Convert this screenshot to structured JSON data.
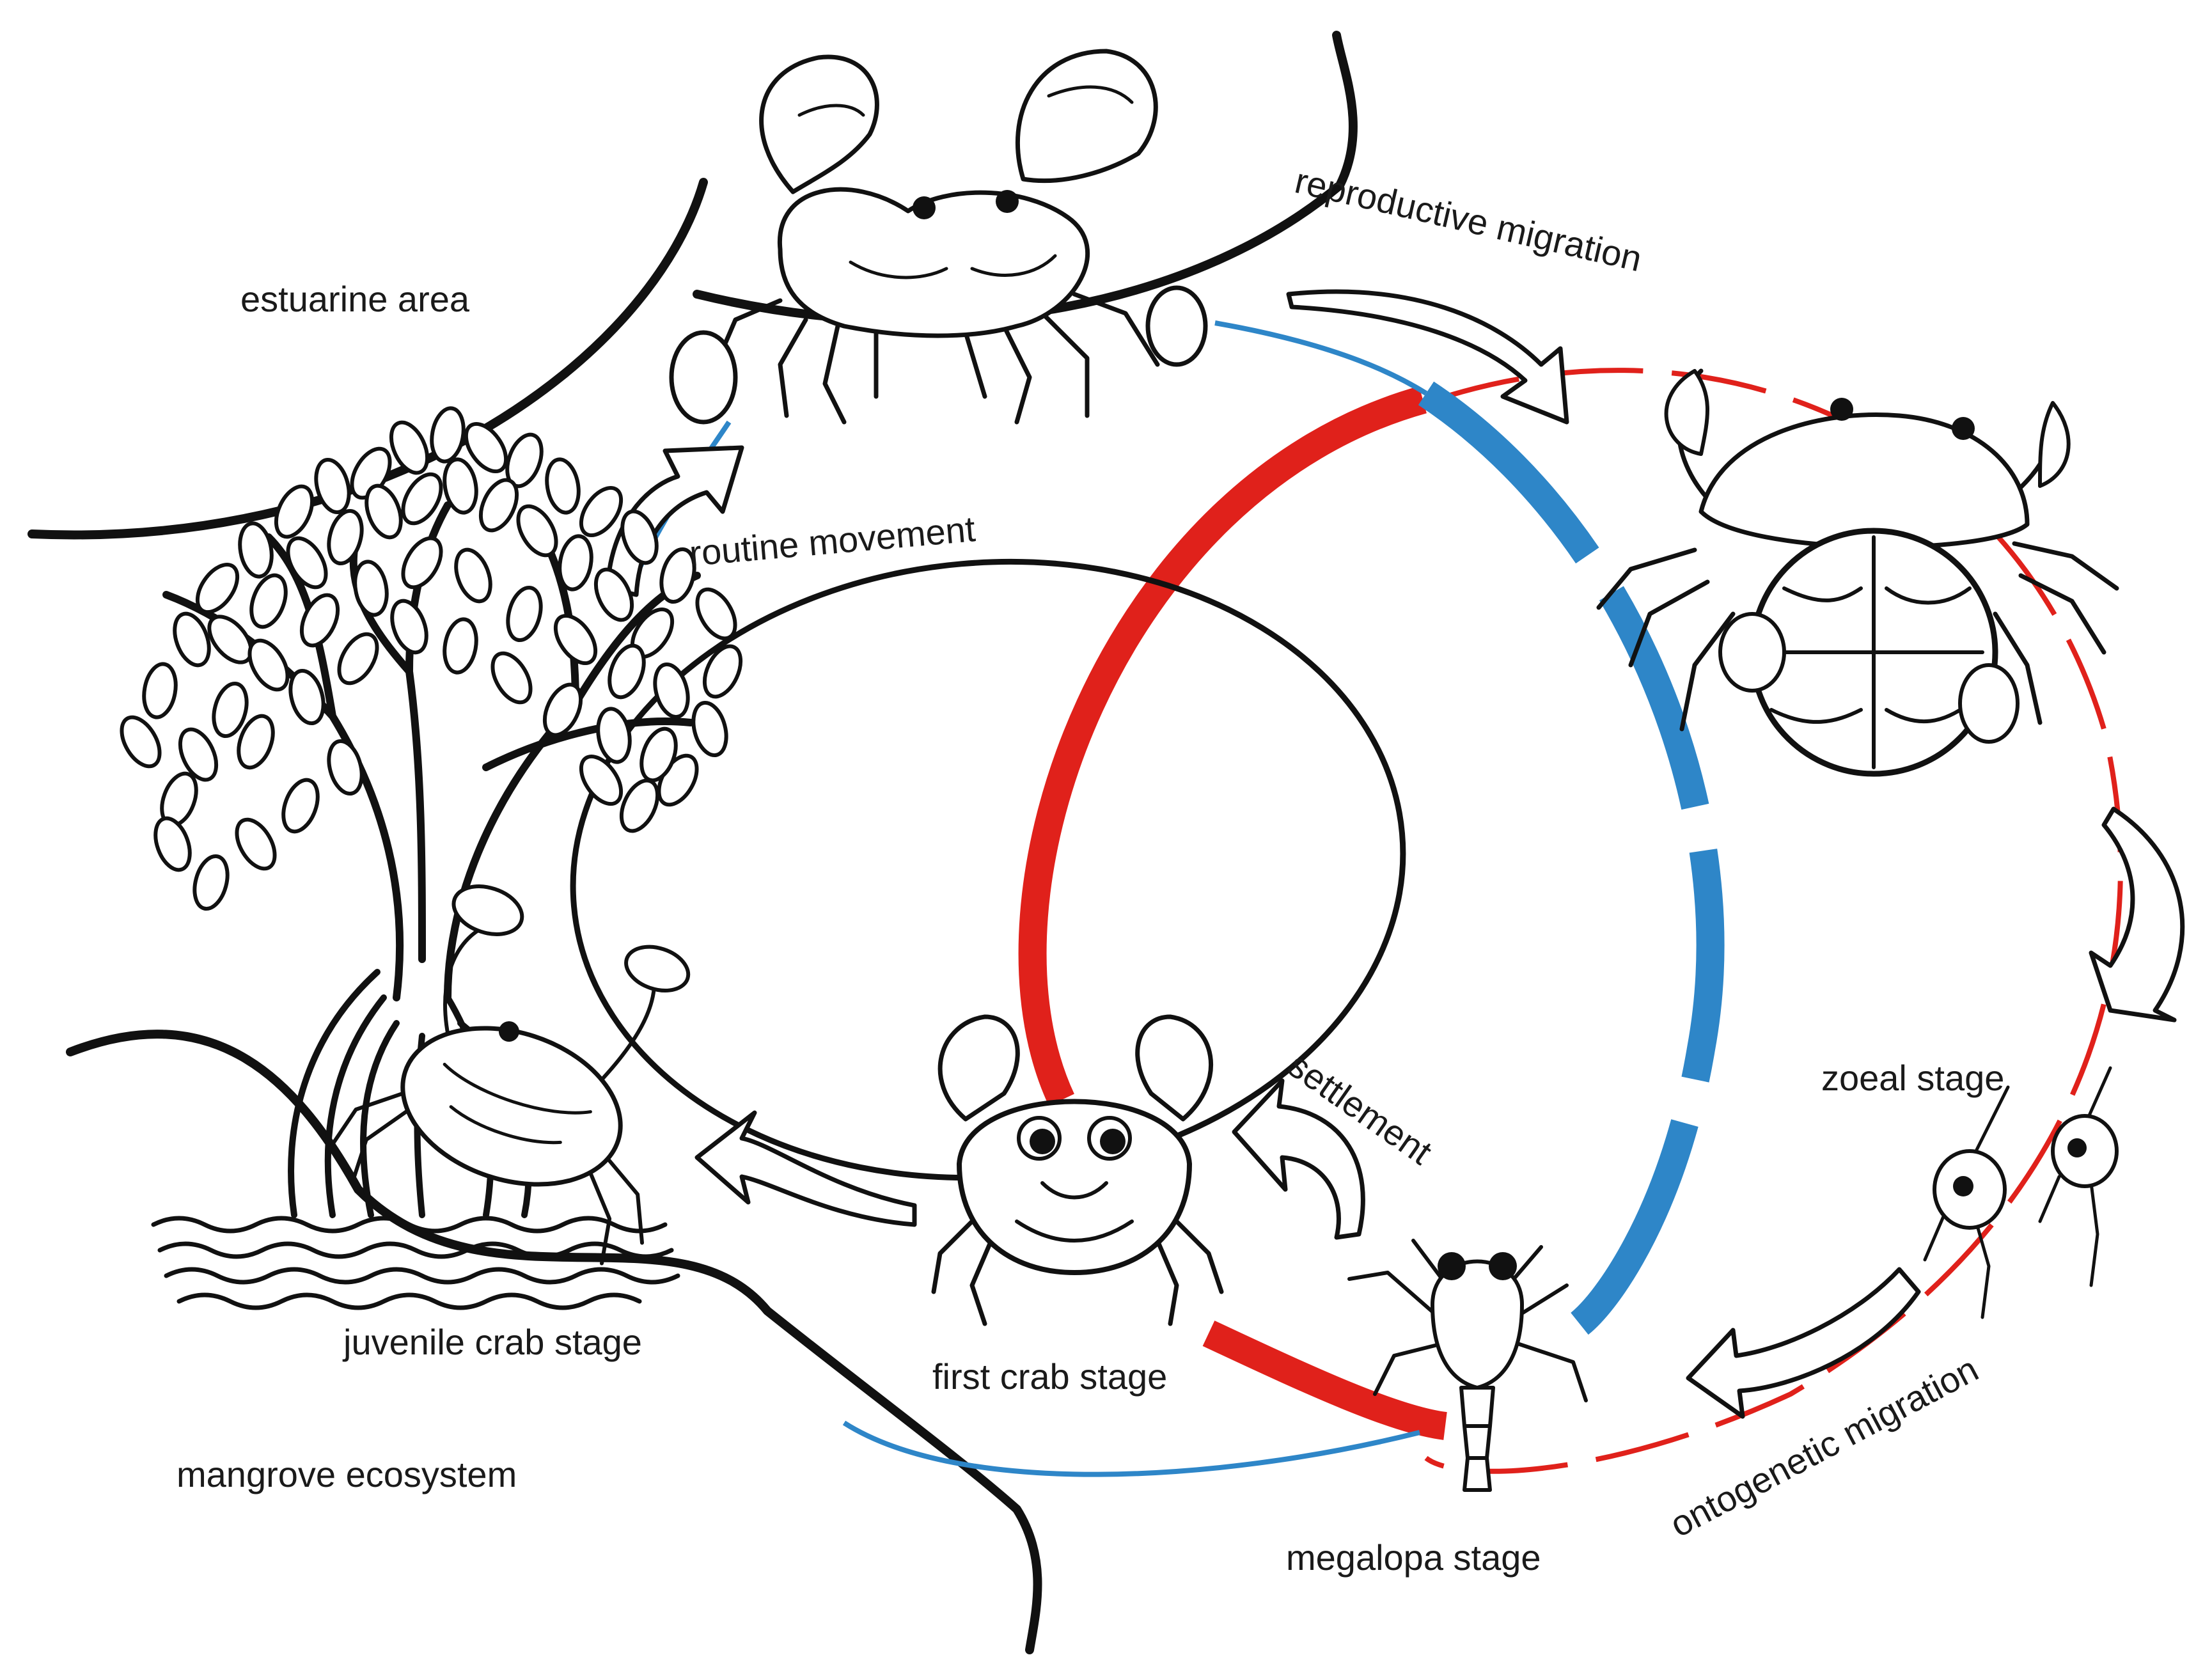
{
  "diagram": {
    "regions": {
      "estuarine": "estuarine area",
      "mangrove": "mangrove ecosystem"
    },
    "stages": {
      "juvenile": "juvenile crab stage",
      "first_crab": "first crab stage",
      "megalopa": "megalopa stage",
      "zoeal": "zoeal stage"
    },
    "movements": {
      "routine": "routine movement",
      "reproductive": "reproductive migration",
      "ontogenetic": "ontogenetic migration",
      "settlement": "settlement"
    },
    "colors": {
      "red_path": "#e0211b",
      "blue_path": "#2e86c8",
      "ink": "#111111"
    }
  }
}
